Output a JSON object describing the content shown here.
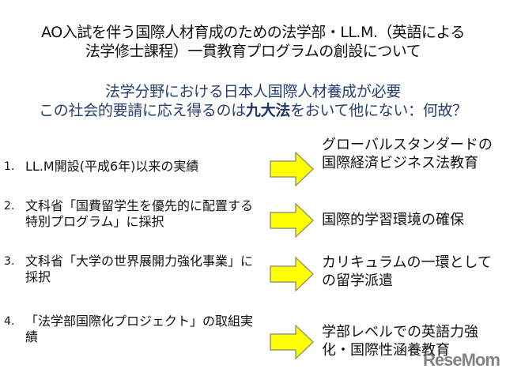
{
  "slide": {
    "title": {
      "line1": "AO入試を伴う国際人材育成のための法学部・LL.M.（英語による",
      "line2": "法学修士課程）一貫教育プログラムの創設について"
    },
    "subtitle": {
      "line1": "法学分野における日本人国際人材養成が必要",
      "line2_prefix": "この社会的要請に応え得るのは",
      "line2_bold": "九大法",
      "line2_suffix": "をおいて他にない：何故？",
      "color": "#27406e"
    },
    "items": [
      {
        "number": "1.",
        "text": "LL.M開設(平成6年)以来の実績",
        "result": "グローバルスタンダードの国際経済ビジネス法教育"
      },
      {
        "number": "2.",
        "text": "文科省「国費留学生を優先的に配置する特別プログラム」に採択",
        "result": "国際的学習環境の確保"
      },
      {
        "number": "3.",
        "text": "文科省「大学の世界展開力強化事業」に採択",
        "result": "カリキュラムの一環としての留学派遣"
      },
      {
        "number": "4.",
        "text": "「法学部国際化プロジェクト」の取組実績",
        "result": "学部レベルでの英語力強化・国際性涵養教育"
      }
    ],
    "arrow": {
      "icon": "right-arrow-icon",
      "fill": "#ffff00",
      "stroke": "#9a9a70"
    }
  },
  "watermark": {
    "text": "ReseMom"
  }
}
